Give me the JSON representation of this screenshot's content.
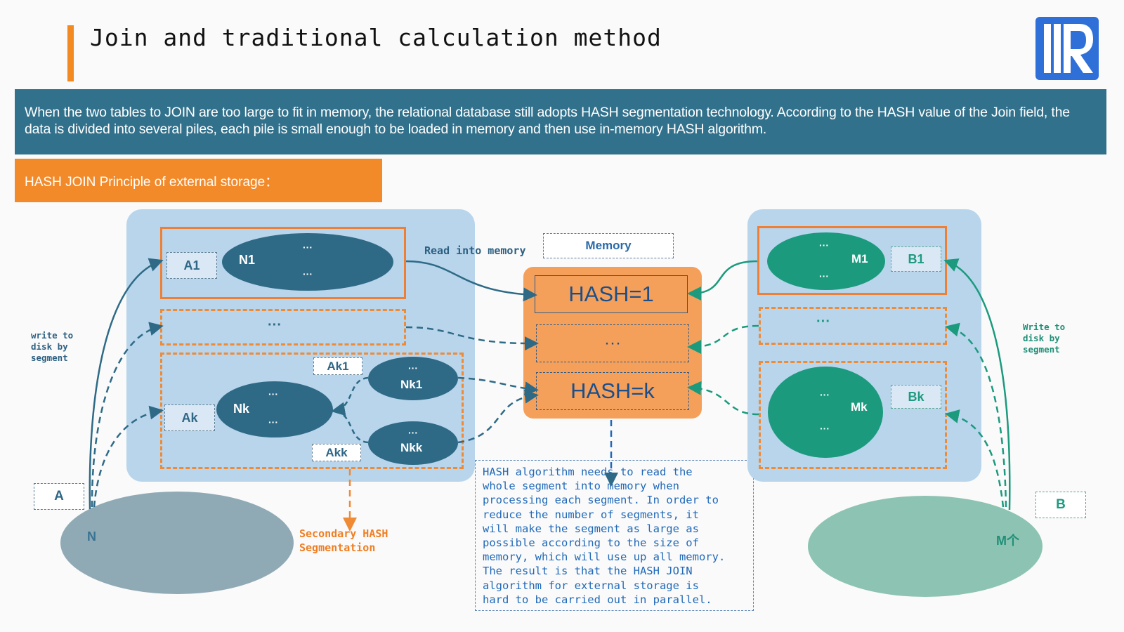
{
  "title": "Join and traditional calculation method",
  "banner": "When the two tables to JOIN are too large to fit in memory, the relational database still adopts HASH segmentation technology. According to the HASH value of the Join field, the data is divided into several piles, each pile is small enough to be loaded in memory and then use in-memory HASH algorithm.",
  "subbanner": "HASH JOIN Principle of external storage：",
  "left": {
    "a1_label": "A1",
    "n1_label": "N1",
    "dots": "···",
    "ellipsis": "···",
    "ak_label": "Ak",
    "nk_label": "Nk",
    "ak1_label": "Ak1",
    "nk1_label": "Nk1",
    "akk_label": "Akk",
    "nkk_label": "Nkk",
    "a_label": "A",
    "n_label": "N",
    "write_note": "write to\ndisk by\nsegment",
    "secondary_note": "Secondary HASH\nSegmentation"
  },
  "right": {
    "b1_label": "B1",
    "m1_label": "M1",
    "dots": "···",
    "ellipsis": "···",
    "bk_label": "Bk",
    "mk_label": "Mk",
    "b_label": "B",
    "m_label": "M个",
    "write_note": "Write to\ndisk by\nsegment"
  },
  "memory": {
    "read_label": "Read into memory",
    "memory_label": "Memory",
    "hash1": "HASH=1",
    "hash_mid": "···",
    "hashk": "HASH=k"
  },
  "note": "HASH algorithm needs to read the\nwhole segment into memory when\nprocessing each segment. In order to\nreduce the number of segments, it\nwill make the segment as large as\npossible according to the size of\nmemory, which will use up all memory.\nThe result is that the HASH JOIN\nalgorithm for external storage is\nhard to be carried out in parallel.",
  "colors": {
    "accent": "#f28a21",
    "banner": "#32718c",
    "blue": "#2e6a86",
    "green": "#1b9a7d",
    "panel": "#b8d5ec"
  }
}
